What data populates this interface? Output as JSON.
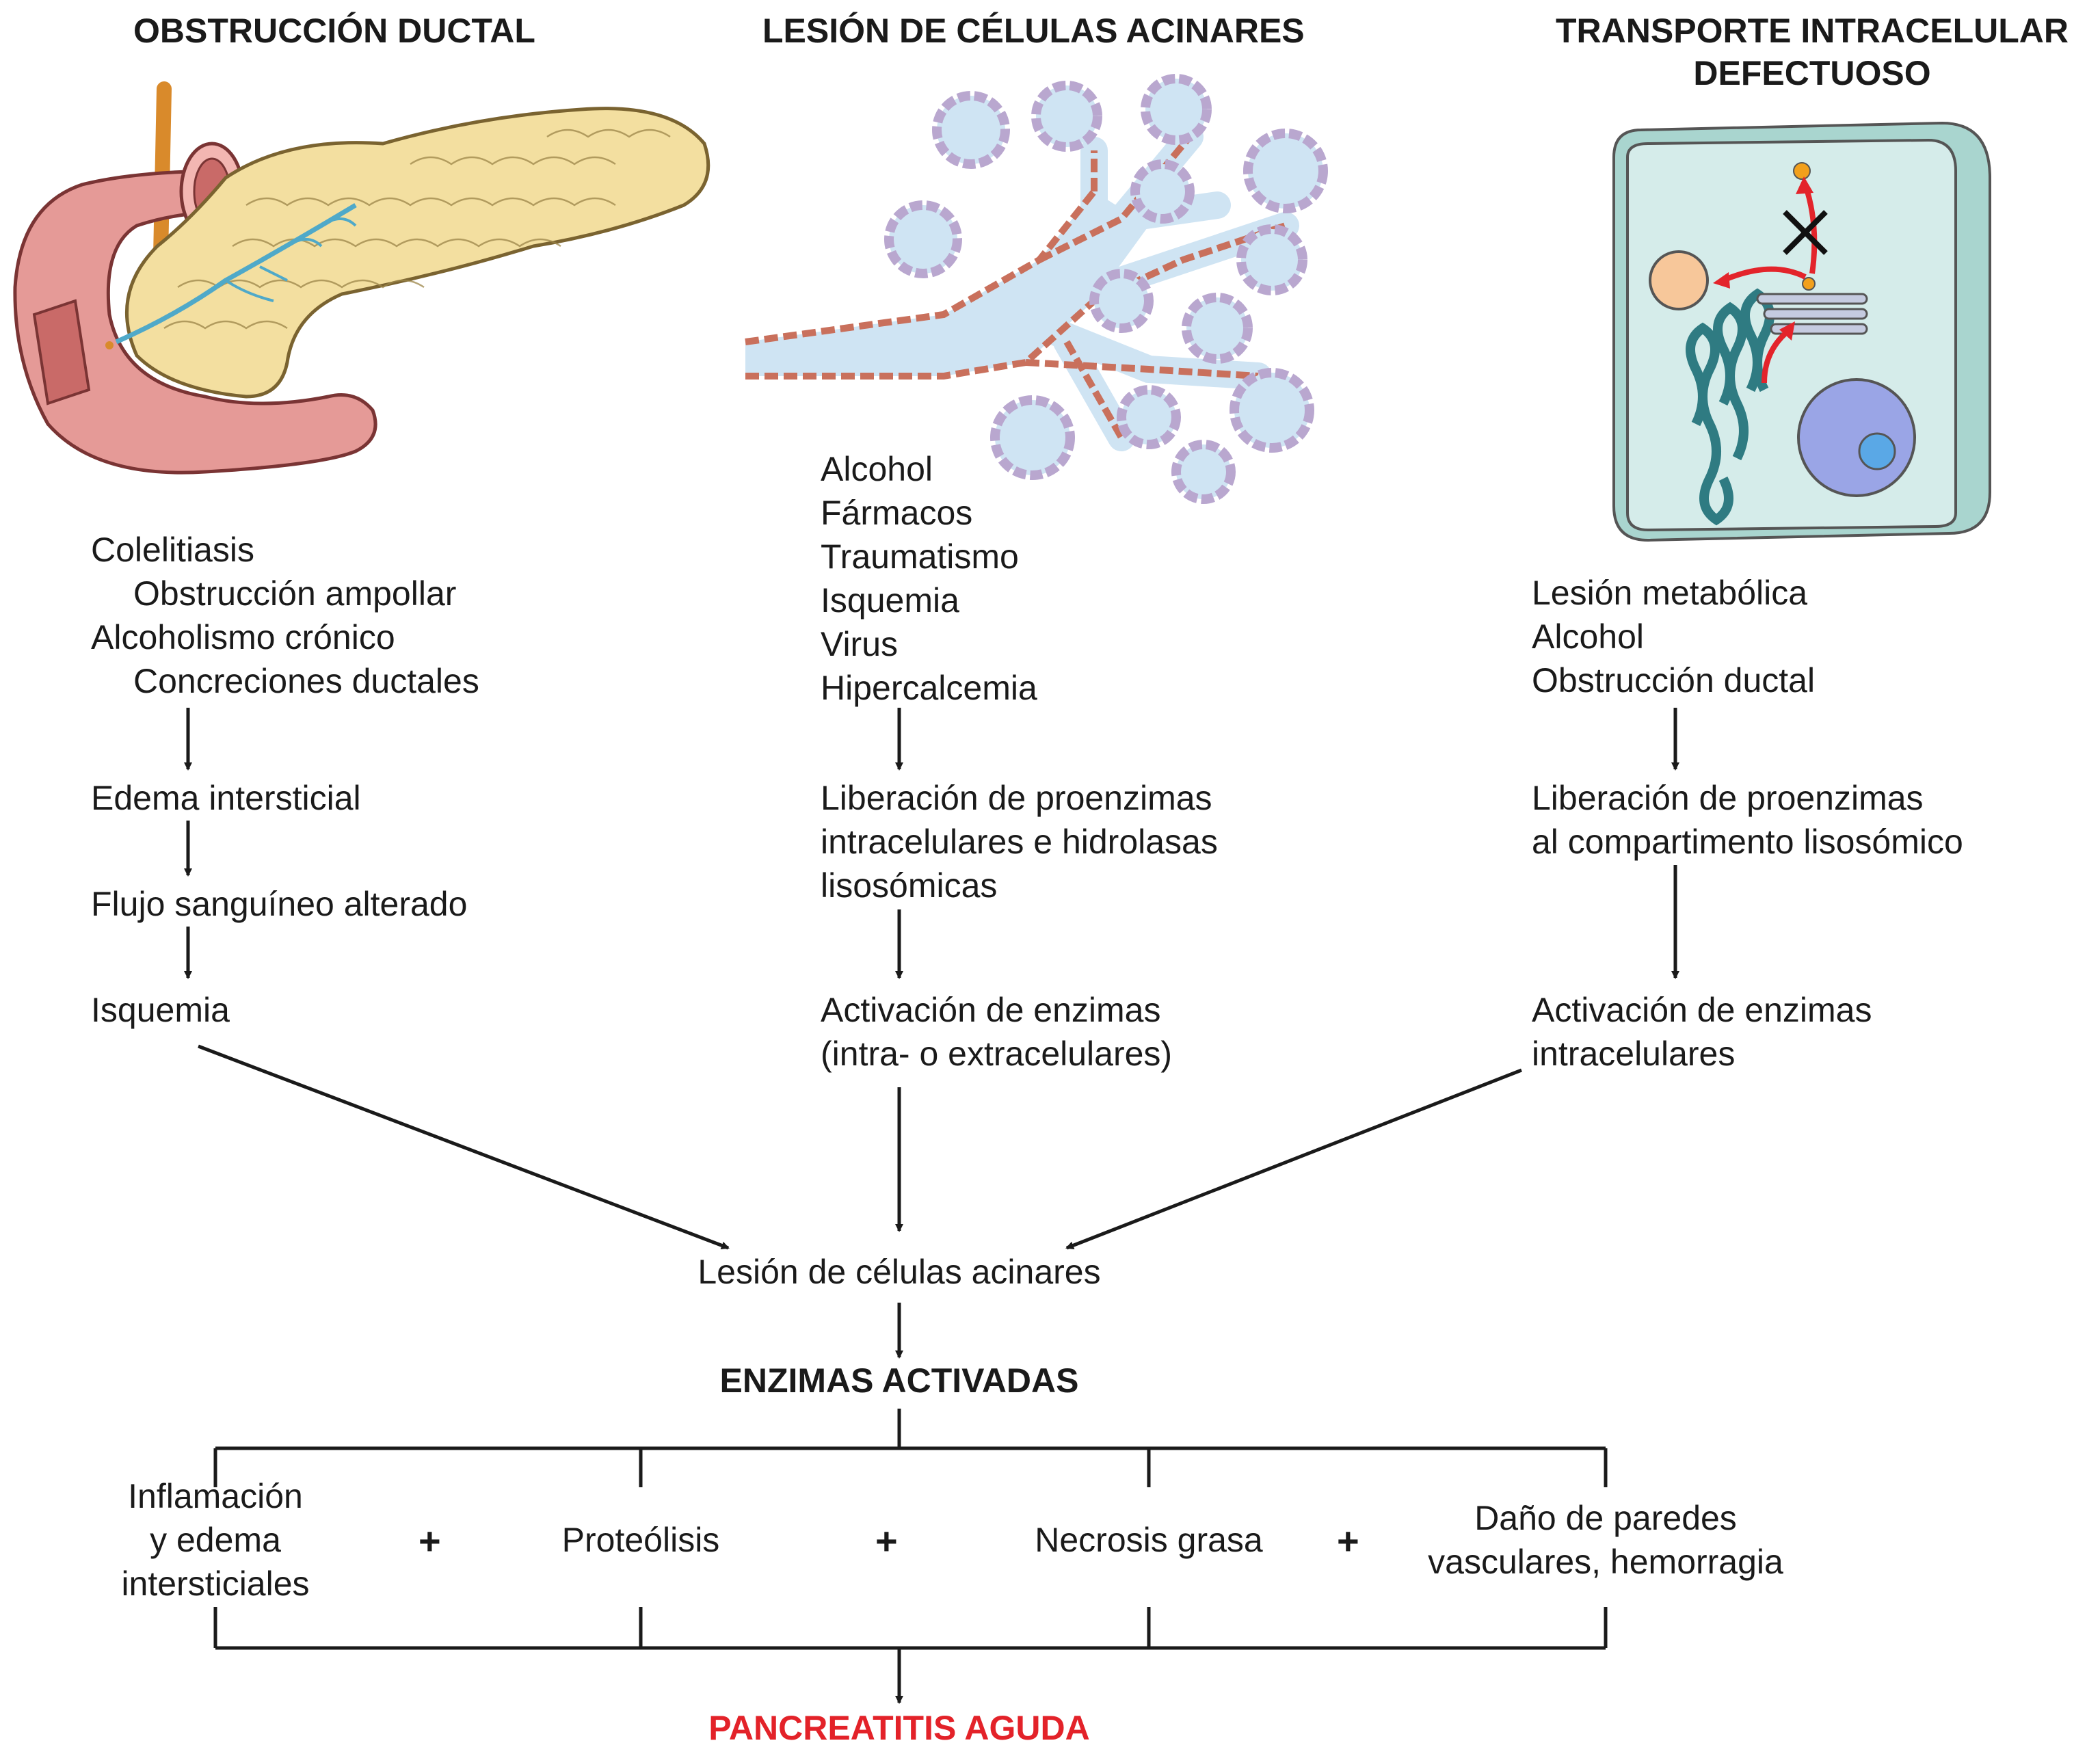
{
  "columns": {
    "ductal": {
      "title": "OBSTRUCCIÓN DUCTAL",
      "causes": [
        "Colelitiasis",
        "Obstrucción ampollar",
        "Alcoholismo crónico",
        "Concreciones ductales"
      ],
      "step1": "Edema intersticial",
      "step2": "Flujo sanguíneo alterado",
      "step3": "Isquemia"
    },
    "acinar": {
      "title": "LESIÓN DE CÉLULAS ACINARES",
      "causes": [
        "Alcohol",
        "Fármacos",
        "Traumatismo",
        "Isquemia",
        "Virus",
        "Hipercalcemia"
      ],
      "step1": [
        "Liberación de proenzimas",
        "intracelulares e hidrolasas",
        "lisosómicas"
      ],
      "step2": [
        "Activación de enzimas",
        "(intra- o extracelulares)"
      ]
    },
    "transport": {
      "title": [
        "TRANSPORTE INTRACELULAR",
        "DEFECTUOSO"
      ],
      "causes": [
        "Lesión metabólica",
        "Alcohol",
        "Obstrucción ductal"
      ],
      "step1": [
        "Liberación de proenzimas",
        "al compartimento lisosómico"
      ],
      "step2": [
        "Activación de enzimas",
        "intracelulares"
      ]
    }
  },
  "convergence": "Lesión de células acinares",
  "activated": "ENZIMAS ACTIVADAS",
  "effects": {
    "e1": [
      "Inflamación",
      "y edema",
      "intersticiales"
    ],
    "e2": "Proteólisis",
    "e3": "Necrosis grasa",
    "e4": [
      "Daño de paredes",
      "vasculares, hemorragia"
    ]
  },
  "plus_sign": "+",
  "result": "PANCREATITIS AGUDA",
  "colors": {
    "text": "#1a1a1a",
    "result": "#e32229",
    "pancreas": "#f3dfa0",
    "duodenum": "#e08a8a",
    "duct": "#4fa9c9",
    "acinar_cell": "#b9a7cf",
    "duct_cell": "#c9705c",
    "lumen": "#cfe4f3",
    "cell_body": "#bfe0dc",
    "nucleus": "#9aa5e6",
    "arrow_red": "#e3242b",
    "vesicle": "#f2a01c"
  },
  "icons": [
    "pancreas-illustration",
    "acinar-tree-illustration",
    "cell-transport-illustration",
    "blocked-x-icon"
  ]
}
